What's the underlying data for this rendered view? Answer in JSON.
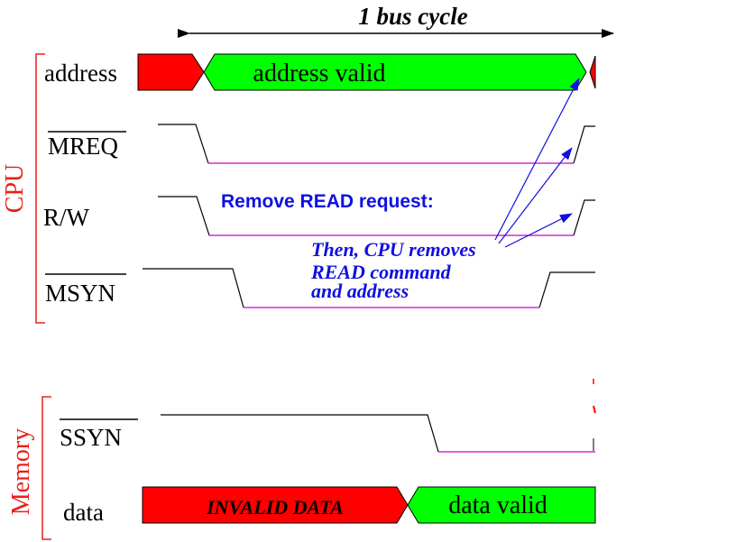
{
  "title": "1 bus cycle",
  "groups": {
    "cpu": "CPU",
    "memory": "Memory"
  },
  "signals": {
    "address": "address",
    "mreq": "MREQ",
    "rw": "R/W",
    "msyn": "MSYN",
    "ssyn": "SSYN",
    "data": "data"
  },
  "bands": {
    "address_valid": "address valid",
    "invalid_data": "INVALID DATA",
    "data_valid": "data valid"
  },
  "annotations": {
    "remove_read": "Remove READ request:",
    "then_line1": "Then, CPU removes",
    "then_line2": "READ command",
    "then_line3": " and address"
  },
  "colors": {
    "valid": "#00ff00",
    "invalid": "#ff0000",
    "group_label": "#e8201a",
    "annotation": "#1010e0",
    "low_level": "#cc00cc"
  }
}
